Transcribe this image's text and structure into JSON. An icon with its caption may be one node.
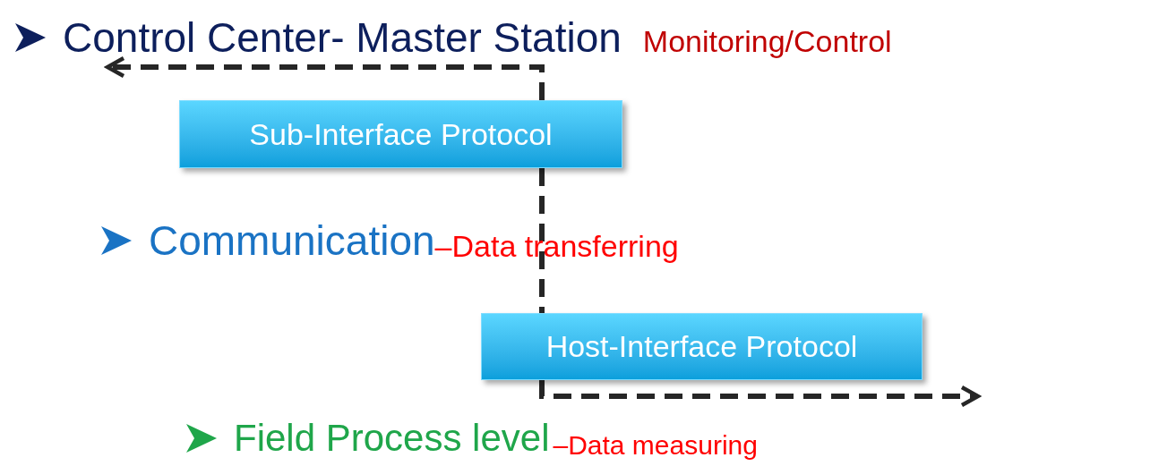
{
  "diagram": {
    "nodes": [
      {
        "text": [
          "Control Center- Master Station"
        ]
      },
      {
        "text": [
          "Sub-Interface Protocol"
        ]
      },
      {
        "text": [
          "Communication"
        ]
      },
      {
        "text": [
          "Host-Interface Protocol"
        ]
      },
      {
        "text": [
          "Field Process level"
        ]
      }
    ],
    "edges": [
      {
        "from": 1,
        "to": 0,
        "arrow": "to",
        "style": "dashed"
      },
      {
        "from": 1,
        "to": 3,
        "arrow": "none",
        "style": "dashed"
      },
      {
        "from": 3,
        "to": null,
        "arrow": "to",
        "style": "dashed"
      }
    ],
    "labels": [
      "Monitoring/Control",
      "–Data transferring",
      "–Data measuring"
    ]
  }
}
